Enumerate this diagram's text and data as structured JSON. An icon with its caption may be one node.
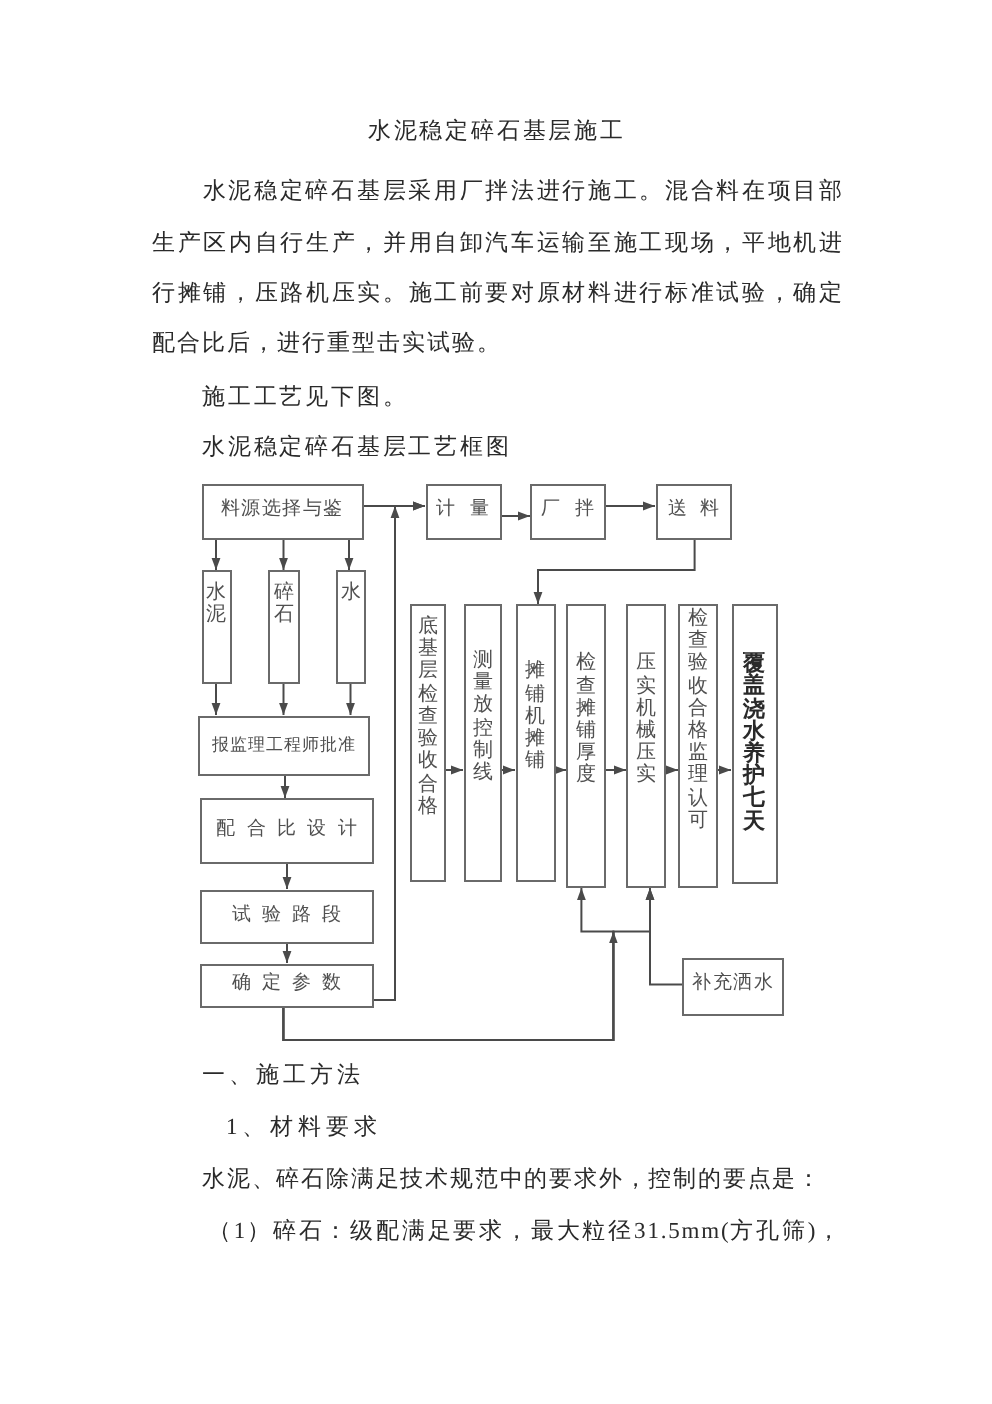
{
  "diagram": {
    "title": "水泥稳定碎石基层工艺框图",
    "nodes": [
      {
        "text": [
          "料源选择与鉴"
        ]
      },
      {
        "text": [
          "计量"
        ]
      },
      {
        "text": [
          "厂拌"
        ]
      },
      {
        "text": [
          "送料"
        ]
      },
      {
        "text": [
          "水泥"
        ]
      },
      {
        "text": [
          "碎石"
        ]
      },
      {
        "text": [
          "水"
        ]
      },
      {
        "text": [
          "底基层检查验收合格"
        ]
      },
      {
        "text": [
          "测量放控制线"
        ]
      },
      {
        "text": [
          "摊铺机摊铺"
        ]
      },
      {
        "text": [
          "检查摊铺厚度"
        ]
      },
      {
        "text": [
          "压实机械压实"
        ]
      },
      {
        "text": [
          "检查验收合格监理认可"
        ]
      },
      {
        "text": [
          "覆盖浇水养护七天"
        ]
      },
      {
        "text": [
          "报监理工程师批准"
        ]
      },
      {
        "text": [
          "配合比设计"
        ]
      },
      {
        "text": [
          "试验路段"
        ]
      },
      {
        "text": [
          "确定参数"
        ]
      },
      {
        "text": [
          "补充洒水"
        ]
      }
    ],
    "edges": [
      {
        "from": 0,
        "to": 1,
        "arrow": "to"
      },
      {
        "from": 1,
        "to": 2,
        "arrow": "to"
      },
      {
        "from": 2,
        "to": 3,
        "arrow": "to"
      },
      {
        "from": 3,
        "to": 9,
        "arrow": "to"
      },
      {
        "from": 0,
        "to": 4,
        "arrow": "to"
      },
      {
        "from": 0,
        "to": 5,
        "arrow": "to"
      },
      {
        "from": 0,
        "to": 6,
        "arrow": "to"
      },
      {
        "from": 4,
        "to": 14,
        "arrow": "to"
      },
      {
        "from": 5,
        "to": 14,
        "arrow": "to"
      },
      {
        "from": 6,
        "to": 14,
        "arrow": "to"
      },
      {
        "from": 14,
        "to": 15,
        "arrow": "to"
      },
      {
        "from": 15,
        "to": 16,
        "arrow": "to"
      },
      {
        "from": 16,
        "to": 17,
        "arrow": "to"
      },
      {
        "from": 7,
        "to": 8,
        "arrow": "to"
      },
      {
        "from": 8,
        "to": 9,
        "arrow": "to"
      },
      {
        "from": 9,
        "to": 10,
        "arrow": "to"
      },
      {
        "from": 10,
        "to": 11,
        "arrow": "to"
      },
      {
        "from": 11,
        "to": 12,
        "arrow": "to"
      },
      {
        "from": 12,
        "to": 13,
        "arrow": "to"
      },
      {
        "from": 17,
        "to": 10,
        "arrow": "to"
      },
      {
        "from": 17,
        "to": 11,
        "arrow": "to"
      },
      {
        "from": 18,
        "to": 11,
        "arrow": "to"
      },
      {
        "from": 17,
        "to": 1,
        "arrow": "to"
      }
    ],
    "labels": [
      "水泥稳定碎石基层施工",
      "水泥稳定碎石基层采用厂拌法进行施工。混合料在项目部生产区内自行生产，并用自卸汽车运输至施工现场，平地机进行摊铺，压路机压实。施工前要对原材料进行标准试验，确定配合比后，进行重型击实试验。",
      "施工工艺见下图。",
      "一、施工方法",
      "1、材料要求",
      "水泥、碎石除满足技术规范中的要求外，控制的要点是：",
      "（1）碎石：级配满足要求，最大粒径31.5mm(方孔筛)，"
    ]
  }
}
